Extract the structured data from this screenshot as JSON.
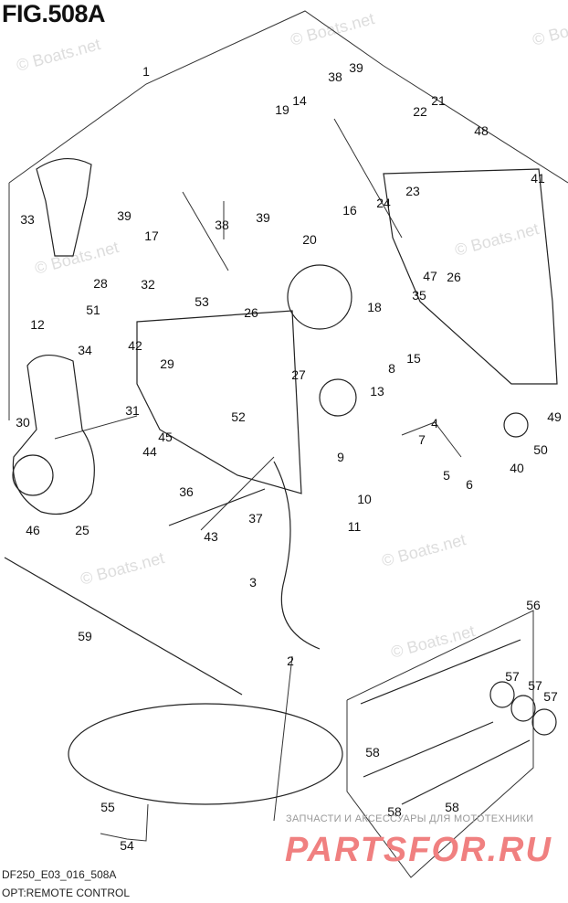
{
  "figure": {
    "title": "FIG.508A",
    "code": "DF250_E03_016_508A",
    "subtitle": "OPT:REMOTE CONTROL"
  },
  "part_labels": [
    "1",
    "38",
    "39",
    "19",
    "14",
    "22",
    "21",
    "48",
    "33",
    "39",
    "17",
    "38",
    "39",
    "16",
    "20",
    "24",
    "23",
    "41",
    "47",
    "26",
    "28",
    "32",
    "51",
    "12",
    "34",
    "53",
    "26",
    "18",
    "35",
    "15",
    "8",
    "42",
    "29",
    "27",
    "13",
    "31",
    "52",
    "44",
    "45",
    "30",
    "4",
    "49",
    "7",
    "9",
    "5",
    "10",
    "50",
    "40",
    "6",
    "36",
    "46",
    "25",
    "37",
    "43",
    "11",
    "3",
    "56",
    "59",
    "2",
    "57",
    "57",
    "57",
    "58",
    "55",
    "58",
    "58",
    "54"
  ],
  "watermarks": {
    "copyright": "© Boats.net",
    "ru_text": "ЗАПЧАСТИ И АКСЕССУАРЫ ДЛЯ МОТОТЕХНИКИ",
    "logo": "PARTSFOR.RU"
  }
}
